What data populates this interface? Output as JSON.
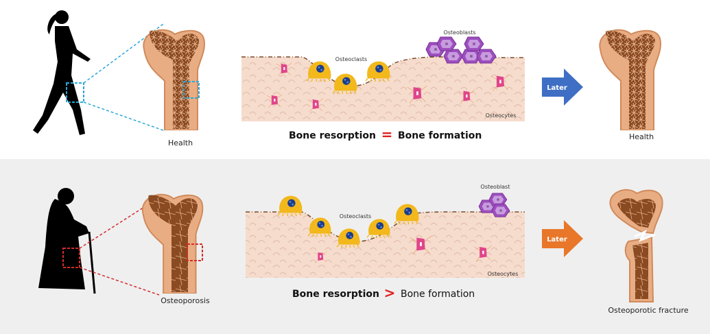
{
  "top_row": {
    "bone_label": "Health",
    "osteoclasts_label": "Osteoclasts",
    "osteoblasts_label": "Osteoblasts",
    "osteocytes_label": "Osteocytes",
    "equation_left": "Bone resorption",
    "equation_operator": "=",
    "equation_right": "Bone formation",
    "arrow_label": "Later",
    "result_label": "Health",
    "arrow_color": "#3f6fc4",
    "box_color": "#2aa7d8"
  },
  "bottom_row": {
    "bone_label": "Osteoporosis",
    "osteoclasts_label": "Osteoclasts",
    "osteoblasts_label": "Osteoblast",
    "osteocytes_label": "Osteocytes",
    "equation_left": "Bone resorption",
    "equation_operator": ">",
    "equation_right": "Bone formation",
    "arrow_label": "Later",
    "result_label": "Osteoporotic fracture",
    "arrow_color": "#e8772a",
    "box_color": "#d42a2a"
  }
}
